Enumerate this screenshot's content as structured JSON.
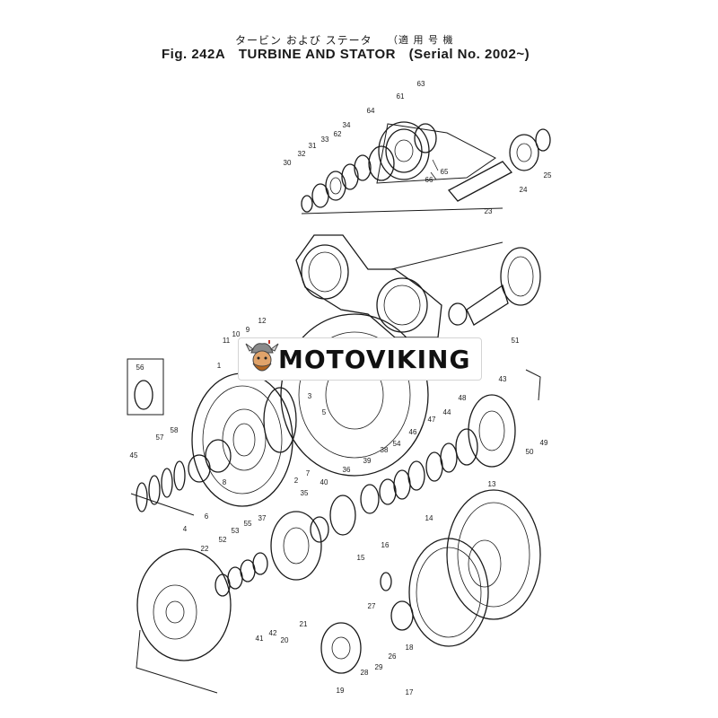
{
  "header": {
    "jp_title": "タービン および ステータ",
    "jp_serial": "（適 用 号 機",
    "fig_number": "Fig. 242A",
    "title": "TURBINE AND STATOR",
    "serial": "(Serial No. 2002~)"
  },
  "watermark": {
    "brand": "MOTOVIKING",
    "icon": "viking-mascot-icon"
  },
  "callouts": [
    "63",
    "61",
    "64",
    "34",
    "62",
    "33",
    "31",
    "32",
    "30",
    "66",
    "65",
    "25",
    "24",
    "23",
    "51",
    "12",
    "9",
    "10",
    "11",
    "56",
    "3",
    "43",
    "48",
    "44",
    "47",
    "46",
    "38",
    "39",
    "36",
    "40",
    "35",
    "57",
    "58",
    "45",
    "49",
    "50",
    "8",
    "6",
    "4",
    "7",
    "5",
    "2",
    "13",
    "14",
    "55",
    "53",
    "52",
    "37",
    "22",
    "16",
    "15",
    "27",
    "26",
    "18",
    "19",
    "21",
    "20",
    "41",
    "42",
    "28",
    "29",
    "17",
    "54",
    "1"
  ],
  "colors": {
    "ink": "#1a1a1a",
    "paper": "#ffffff",
    "badge_border": "#d4d4d4"
  }
}
